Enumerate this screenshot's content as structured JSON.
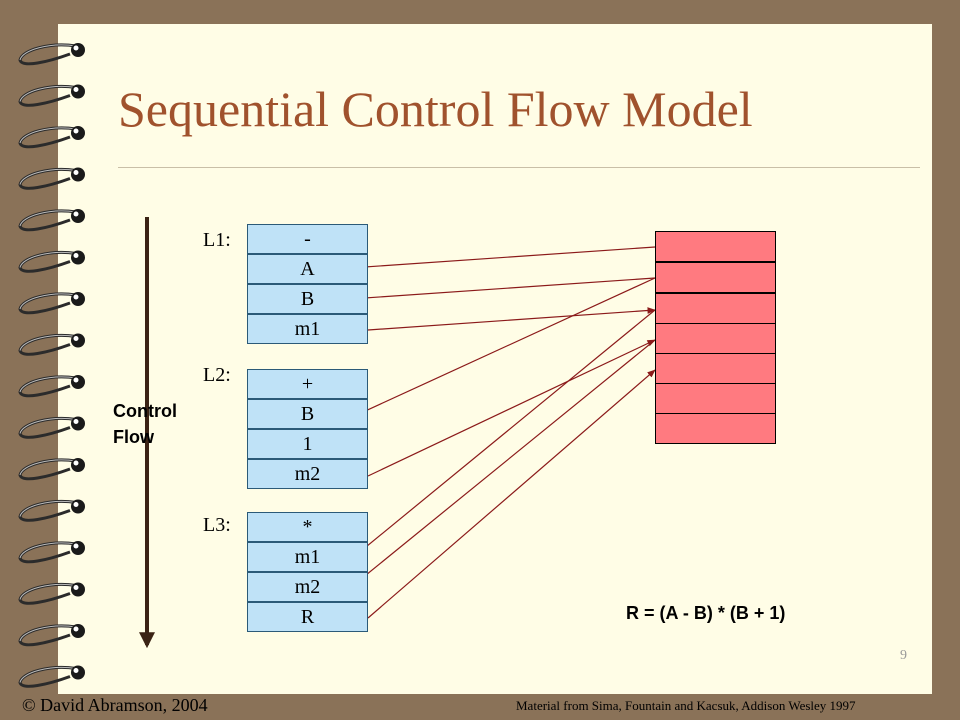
{
  "slide": {
    "title": "Sequential Control Flow Model",
    "page_number": "9",
    "copyright": "© David Abramson, 2004",
    "source": "Material from Sima, Fountain and Kacsuk, Addison Wesley 1997"
  },
  "control_flow": {
    "line1": "Control",
    "line2": "Flow"
  },
  "instructions": [
    {
      "label": "L1:",
      "cells": [
        "-",
        "A",
        "B",
        "m1"
      ]
    },
    {
      "label": "L2:",
      "cells": [
        "+",
        "B",
        "1",
        "m2"
      ]
    },
    {
      "label": "L3:",
      "cells": [
        "*",
        "m1",
        "m2",
        "R"
      ]
    }
  ],
  "equation": "R = (A - B) * (B + 1)",
  "colors": {
    "title": "#a0522d",
    "cell_fill": "#bfe2f7",
    "memory_fill": "#ff7a80",
    "arrow": "#8b1a1a",
    "flow_arrow": "#3b2314"
  }
}
